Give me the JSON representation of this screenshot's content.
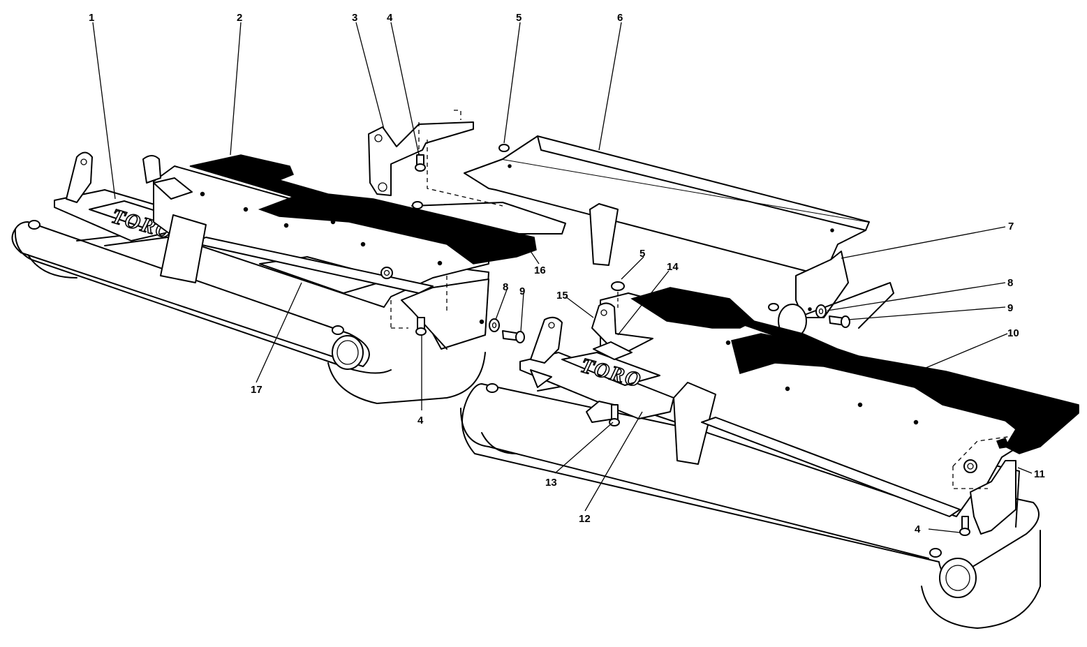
{
  "diagram": {
    "logo_text": "TORO",
    "callouts": [
      {
        "id": "c1",
        "label": "1"
      },
      {
        "id": "c2",
        "label": "2"
      },
      {
        "id": "c3",
        "label": "3"
      },
      {
        "id": "c4a",
        "label": "4"
      },
      {
        "id": "c5a",
        "label": "5"
      },
      {
        "id": "c6",
        "label": "6"
      },
      {
        "id": "c7",
        "label": "7"
      },
      {
        "id": "c5b",
        "label": "5"
      },
      {
        "id": "c14",
        "label": "14"
      },
      {
        "id": "c8a",
        "label": "8"
      },
      {
        "id": "c9a",
        "label": "9"
      },
      {
        "id": "c16",
        "label": "16"
      },
      {
        "id": "c15",
        "label": "15"
      },
      {
        "id": "c8b",
        "label": "8"
      },
      {
        "id": "c9b",
        "label": "9"
      },
      {
        "id": "c10",
        "label": "10"
      },
      {
        "id": "c17",
        "label": "17"
      },
      {
        "id": "c4b",
        "label": "4"
      },
      {
        "id": "c11",
        "label": "11"
      },
      {
        "id": "c13",
        "label": "13"
      },
      {
        "id": "c12",
        "label": "12"
      },
      {
        "id": "c4c",
        "label": "4"
      }
    ]
  }
}
